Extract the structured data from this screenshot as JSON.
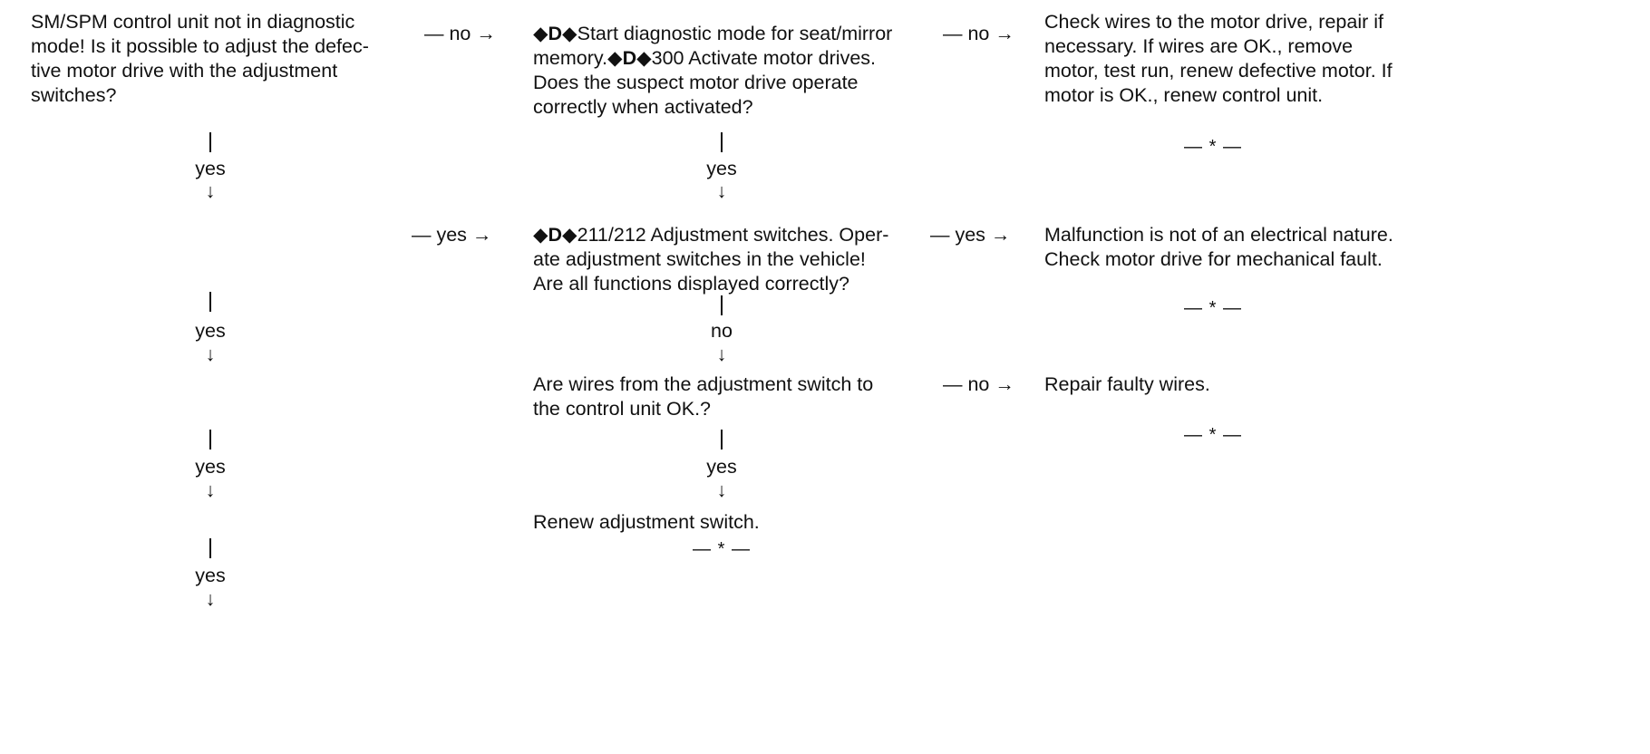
{
  "col1": {
    "question_lines": [
      "SM/SPM control unit not in diagnostic",
      "mode! Is it possible to adjust the defec-",
      "tive motor drive with the adjustment",
      "switches?"
    ],
    "flow": [
      {
        "label": "yes",
        "arrow": "↓"
      },
      {
        "label": "yes",
        "arrow": "↓"
      },
      {
        "label": "yes",
        "arrow": "↓"
      },
      {
        "label": "yes",
        "arrow": "↓"
      }
    ]
  },
  "connectors": {
    "c1_to_c2_no": "— no →",
    "c1_to_c2_yes": "— yes →",
    "c2_to_c3_no_1": "— no →",
    "c2_to_c3_yes": "— yes →",
    "c2_to_c3_no_2": "— no →"
  },
  "col2": {
    "step1": {
      "prefix": "◆D◆",
      "line1": "Start diagnostic mode for seat/mirror",
      "line2_a": "memory.",
      "line2_prefix": "◆D◆",
      "line2_b": "300 Activate motor drives.",
      "line3": "Does the suspect motor drive operate",
      "line4": "correctly when activated?",
      "flow_label": "yes",
      "flow_arrow": "↓"
    },
    "step2": {
      "prefix": "◆D◆",
      "line1": "211/212 Adjustment switches. Oper-",
      "line2": "ate adjustment switches in the vehicle!",
      "line3": "Are all functions displayed correctly?",
      "flow_label": "no",
      "flow_arrow": "↓"
    },
    "step3": {
      "line1": "Are wires from the adjustment switch to",
      "line2": "the control unit OK.?",
      "flow_label": "yes",
      "flow_arrow": "↓"
    },
    "step4": {
      "line1": "Renew adjustment switch.",
      "end_mark": "— * —"
    }
  },
  "col3": {
    "result1": {
      "lines": [
        "Check wires to the motor drive, repair if",
        "necessary. If wires are OK., remove",
        "motor, test run, renew defective motor. If",
        "motor is OK., renew control unit."
      ],
      "end_mark": "— * —"
    },
    "result2": {
      "lines": [
        "Malfunction is not of an electrical nature.",
        "Check motor drive for mechanical fault."
      ],
      "end_mark": "— * —"
    },
    "result3": {
      "lines": [
        "Repair faulty wires."
      ],
      "end_mark": "— * —"
    }
  }
}
